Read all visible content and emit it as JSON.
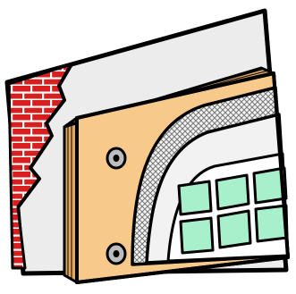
{
  "illustration": {
    "subject": "wall-insulation-cutaway-icon",
    "colors": {
      "outline": "#000000",
      "brick": "#d81f1f",
      "mortar": "#ffffff",
      "plaster": "#ececec",
      "insulation_board": "#f7c98a",
      "insulation_edge": "#e0a860",
      "mesh": "#9a9a9a",
      "render_coat": "#f2f2f2",
      "tile": "#a8f0cc"
    },
    "layers": [
      "brick-wall",
      "plaster",
      "insulation-board",
      "dowel-anchors",
      "reinforcing-mesh",
      "render-coat",
      "tile-finish"
    ]
  }
}
